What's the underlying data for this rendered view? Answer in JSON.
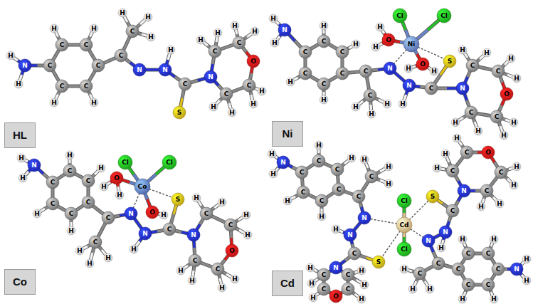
{
  "diagram": {
    "nodes": [
      {
        "text": [
          "HL"
        ]
      },
      {
        "text": [
          "Ni"
        ]
      },
      {
        "text": [
          "Co"
        ]
      },
      {
        "text": [
          "Cd"
        ]
      }
    ],
    "labels": [
      "N",
      "H",
      "H",
      "C",
      "C",
      "C",
      "C",
      "C",
      "C",
      "H",
      "H",
      "H",
      "H",
      "C",
      "C",
      "H",
      "H",
      "H",
      "N",
      "N",
      "H",
      "C",
      "S",
      "N",
      "C",
      "H",
      "H",
      "C",
      "H",
      "H",
      "O",
      "C",
      "H",
      "H",
      "C",
      "H",
      "H",
      "N",
      "H",
      "H",
      "C",
      "C",
      "C",
      "C",
      "C",
      "C",
      "H",
      "H",
      "H",
      "H",
      "C",
      "C",
      "H",
      "H",
      "H",
      "N",
      "N",
      "H",
      "C",
      "S",
      "Ni",
      "Cl",
      "Cl",
      "O",
      "H",
      "H",
      "O",
      "H",
      "H",
      "N",
      "C",
      "H",
      "H",
      "C",
      "H",
      "H",
      "O",
      "C",
      "H",
      "H",
      "C",
      "H",
      "H",
      "N",
      "H",
      "H",
      "C",
      "C",
      "C",
      "C",
      "C",
      "C",
      "H",
      "H",
      "H",
      "H",
      "C",
      "C",
      "H",
      "H",
      "H",
      "N",
      "N",
      "H",
      "C",
      "S",
      "Co",
      "Cl",
      "Cl",
      "O",
      "H",
      "H",
      "O",
      "H",
      "N",
      "C",
      "H",
      "H",
      "C",
      "H",
      "H",
      "O",
      "C",
      "H",
      "H",
      "C",
      "H",
      "H",
      "N",
      "H",
      "H",
      "C",
      "C",
      "C",
      "C",
      "C",
      "C",
      "H",
      "H",
      "H",
      "H",
      "C",
      "C",
      "H",
      "H",
      "H",
      "N",
      "N",
      "H",
      "C",
      "S",
      "N",
      "C",
      "H",
      "H",
      "C",
      "H",
      "O",
      "C",
      "H",
      "C",
      "H",
      "H",
      "Cd",
      "Cl",
      "Cl",
      "S",
      "C",
      "N",
      "N",
      "H",
      "N",
      "C",
      "C",
      "H",
      "H",
      "H",
      "C",
      "C",
      "C",
      "C",
      "C",
      "C",
      "H",
      "H",
      "H",
      "H",
      "N",
      "H",
      "H",
      "C",
      "H",
      "H",
      "C",
      "H",
      "O",
      "C",
      "H",
      "H",
      "C",
      "H",
      "H"
    ]
  }
}
